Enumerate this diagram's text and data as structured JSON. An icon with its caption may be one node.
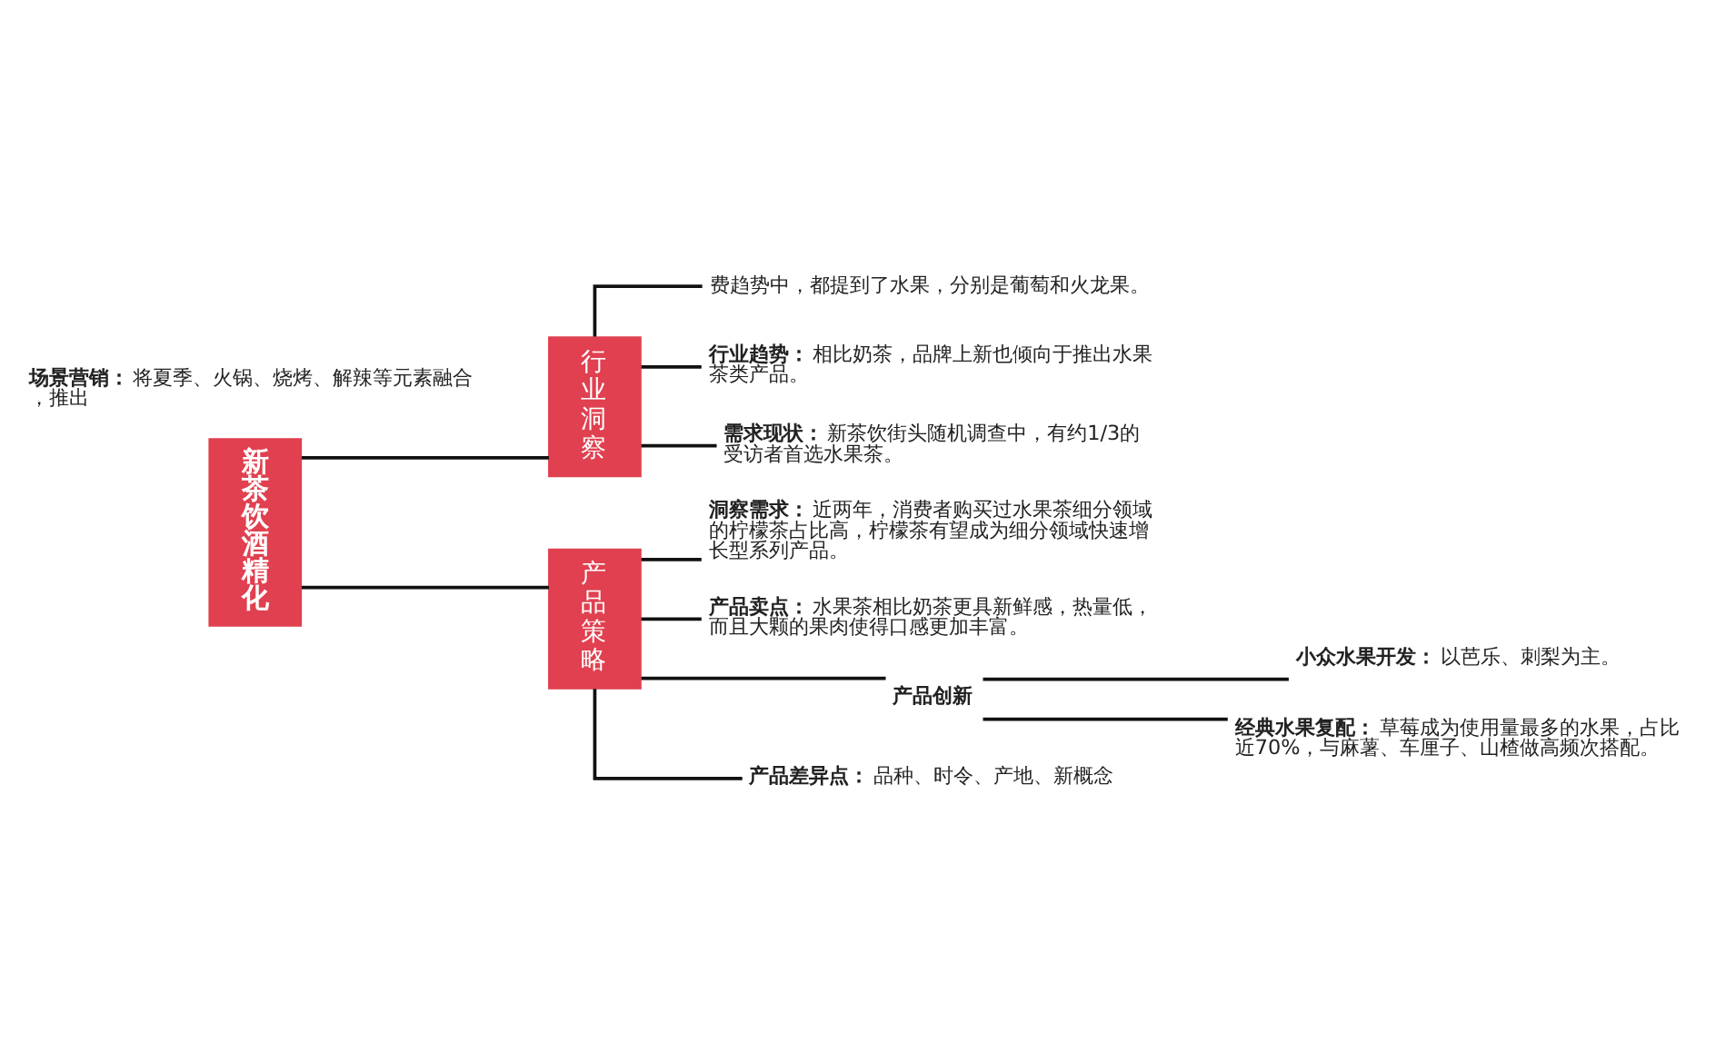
{
  "diagram": {
    "nodes": [
      {
        "text": [
          "新茶饮酒精化"
        ]
      },
      {
        "text": [
          "行业洞察"
        ]
      },
      {
        "text": [
          "费趋势中，都提到了水果，分别是葡萄和火龙果。"
        ]
      },
      {
        "text": [
          "行业趋势：",
          "相比奶茶，品牌上新也倾向于推出水果茶类产品。"
        ]
      },
      {
        "text": [
          "需求现状：",
          "新茶饮街头随机调查中，有约1/3的受访者首选水果茶。"
        ]
      },
      {
        "text": [
          "产品策略"
        ]
      },
      {
        "text": [
          "洞察需求：",
          "近两年，消费者购买过水果茶细分领域的柠檬茶占比高，柠檬茶有望成为细分领域快速增长型系列产品。"
        ]
      },
      {
        "text": [
          "产品卖点：",
          "水果茶相比奶茶更具新鲜感，热量低，而且大颗的果肉使得口感更加丰富。"
        ]
      },
      {
        "text": [
          "产品创新"
        ]
      },
      {
        "text": [
          "小众水果开发：",
          "以芭乐、刺梨为主。"
        ]
      },
      {
        "text": [
          "经典水果复配：",
          "草莓成为使用量最多的水果，占比近70%，与麻薯、车厘子、山楂做高频次搭配。"
        ]
      },
      {
        "text": [
          "产品差异点：",
          "品种、时令、产地、新概念"
        ]
      },
      {
        "text": [
          "场景营销：",
          "将夏季、火锅、烧烤、解辣等元素融合，推出"
        ]
      }
    ],
    "edges": [
      {
        "from": 0,
        "to": 1,
        "arrow": "none"
      },
      {
        "from": 0,
        "to": 5,
        "arrow": "none"
      },
      {
        "from": 1,
        "to": 2,
        "arrow": "none"
      },
      {
        "from": 1,
        "to": 3,
        "arrow": "none"
      },
      {
        "from": 1,
        "to": 4,
        "arrow": "none"
      },
      {
        "from": 5,
        "to": 6,
        "arrow": "none"
      },
      {
        "from": 5,
        "to": 7,
        "arrow": "none"
      },
      {
        "from": 5,
        "to": 8,
        "arrow": "none"
      },
      {
        "from": 5,
        "to": 11,
        "arrow": "none"
      },
      {
        "from": 8,
        "to": 9,
        "arrow": "none"
      },
      {
        "from": 8,
        "to": 10,
        "arrow": "none"
      }
    ]
  }
}
